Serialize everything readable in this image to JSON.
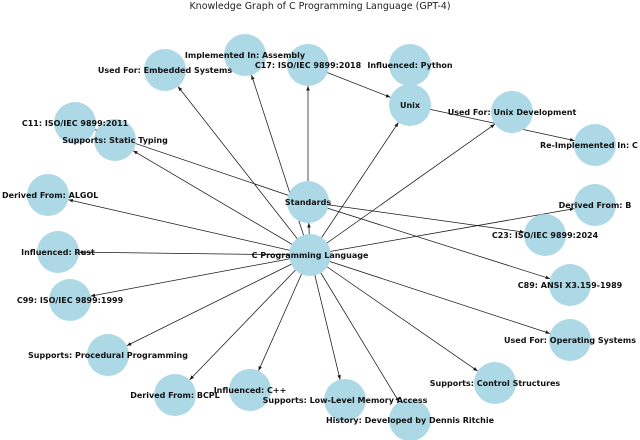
{
  "title": "Knowledge Graph of C Programming Language (GPT-4)",
  "colors": {
    "node": "#add8e6",
    "edge": "#1a1a1a",
    "text": "#111111"
  },
  "nodes": [
    {
      "id": "c",
      "label": "C Programming Language"
    },
    {
      "id": "standards",
      "label": "Standards"
    },
    {
      "id": "unix",
      "label": "Unix"
    },
    {
      "id": "assembly",
      "label": "Implemented In: Assembly"
    },
    {
      "id": "embedded",
      "label": "Used For: Embedded Systems"
    },
    {
      "id": "c17",
      "label": "C17: ISO/IEC 9899:2018"
    },
    {
      "id": "python",
      "label": "Influenced: Python"
    },
    {
      "id": "unixdev",
      "label": "Used For: Unix Development"
    },
    {
      "id": "reimpl",
      "label": "Re-Implemented In: C"
    },
    {
      "id": "c11",
      "label": "C11: ISO/IEC 9899:2011"
    },
    {
      "id": "typing",
      "label": "Supports: Static Typing"
    },
    {
      "id": "algol",
      "label": "Derived From: ALGOL"
    },
    {
      "id": "b",
      "label": "Derived From: B"
    },
    {
      "id": "c23",
      "label": "C23: ISO/IEC 9899:2024"
    },
    {
      "id": "rust",
      "label": "Influenced: Rust"
    },
    {
      "id": "c89",
      "label": "C89: ANSI X3.159-1989"
    },
    {
      "id": "c99",
      "label": "C99: ISO/IEC 9899:1999"
    },
    {
      "id": "os",
      "label": "Used For: Operating Systems"
    },
    {
      "id": "procedural",
      "label": "Supports: Procedural Programming"
    },
    {
      "id": "control",
      "label": "Supports: Control Structures"
    },
    {
      "id": "bcpl",
      "label": "Derived From: BCPL"
    },
    {
      "id": "cpp",
      "label": "Influenced: C++"
    },
    {
      "id": "memory",
      "label": "Supports: Low-Level Memory Access"
    },
    {
      "id": "history",
      "label": "History: Developed by Dennis Ritchie"
    }
  ],
  "edges": [
    {
      "from": "c",
      "to": "embedded"
    },
    {
      "from": "c",
      "to": "assembly"
    },
    {
      "from": "c",
      "to": "unix"
    },
    {
      "from": "c",
      "to": "unixdev"
    },
    {
      "from": "c",
      "to": "typing"
    },
    {
      "from": "c",
      "to": "algol"
    },
    {
      "from": "c",
      "to": "b"
    },
    {
      "from": "c",
      "to": "rust"
    },
    {
      "from": "c",
      "to": "c99"
    },
    {
      "from": "c",
      "to": "os"
    },
    {
      "from": "c",
      "to": "procedural"
    },
    {
      "from": "c",
      "to": "control"
    },
    {
      "from": "c",
      "to": "bcpl"
    },
    {
      "from": "c",
      "to": "cpp"
    },
    {
      "from": "c",
      "to": "memory"
    },
    {
      "from": "c",
      "to": "history"
    },
    {
      "from": "c",
      "to": "standards"
    },
    {
      "from": "standards",
      "to": "c17"
    },
    {
      "from": "standards",
      "to": "c11"
    },
    {
      "from": "standards",
      "to": "c23"
    },
    {
      "from": "standards",
      "to": "c89"
    },
    {
      "from": "unix",
      "to": "reimpl"
    },
    {
      "from": "c17",
      "to": "unix"
    }
  ]
}
